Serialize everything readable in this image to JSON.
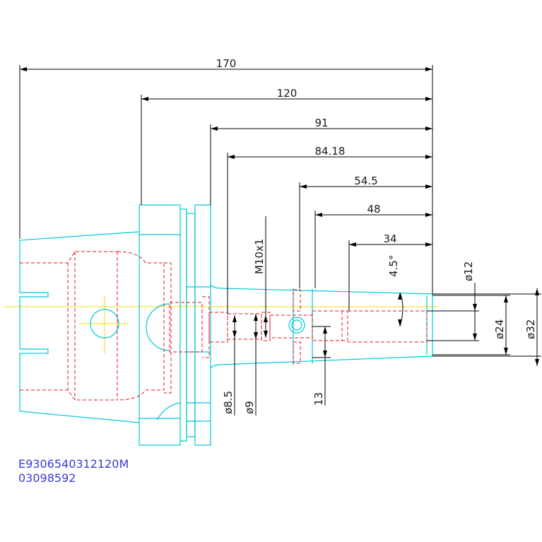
{
  "drawing": {
    "dimensions": {
      "d170": "170",
      "d120": "120",
      "d91": "91",
      "d84": "84.18",
      "d545": "54.5",
      "d48": "48",
      "d34": "34",
      "angle": "4.5°",
      "thread": "M10x1",
      "dia12": "ø12",
      "dia24": "ø24",
      "dia32": "ø32",
      "dia85": "ø8.5",
      "dia9": "ø9",
      "d13": "13"
    },
    "caption_line1": "E9306540312120M",
    "caption_line2": "03098592"
  },
  "colors": {
    "outline": "#00c8d8",
    "hidden": "#e8141e",
    "center": "#f0e000",
    "dimension": "#000000",
    "caption": "#3a3ad8"
  }
}
